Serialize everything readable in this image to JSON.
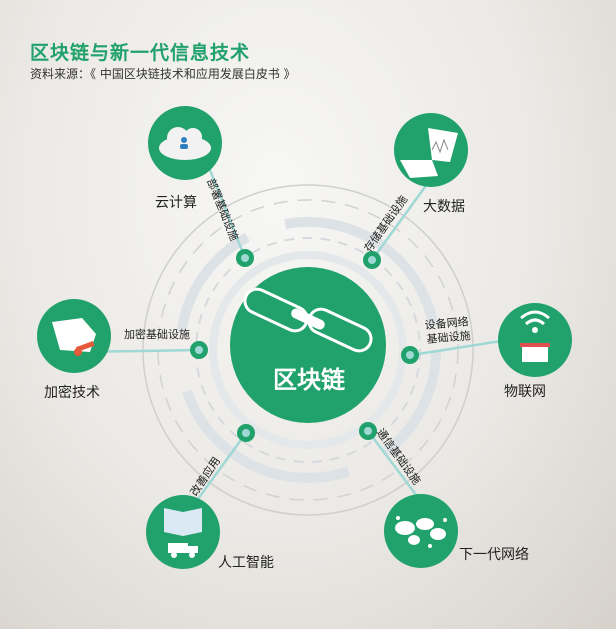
{
  "header": {
    "title": "区块链与新一代信息技术",
    "source": "资料来源：《 中国区块链技术和应用发展白皮书 》"
  },
  "colors": {
    "accent": "#21a16b",
    "connector": "#9fd8d4",
    "ring": "#c9c9c9"
  },
  "center": {
    "label": "区块链",
    "icon": "chain-link-icon"
  },
  "nodes": [
    {
      "label": "云计算",
      "connector": "部署基础设施",
      "icon": "cloud-user-icon"
    },
    {
      "label": "大数据",
      "connector": "存储基础设施",
      "icon": "laptop-chart-icon"
    },
    {
      "label": "加密技术",
      "connector": "加密基础设施",
      "icon": "key-documents-icon"
    },
    {
      "label": "物联网",
      "connector_line1": "设备网络",
      "connector_line2": "基础设施",
      "icon": "wifi-basket-icon"
    },
    {
      "label": "人工智能",
      "connector": "改善应用",
      "icon": "book-truck-icon"
    },
    {
      "label": "下一代网络",
      "connector": "通信基础设施",
      "icon": "world-network-icon"
    }
  ]
}
